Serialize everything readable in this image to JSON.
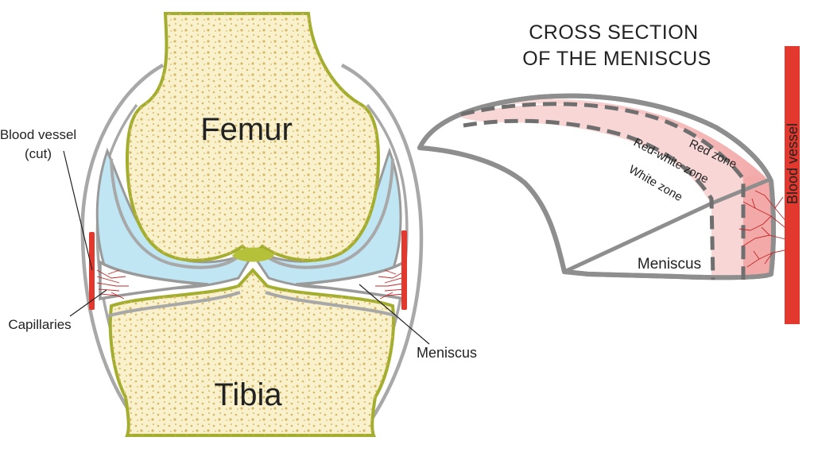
{
  "joint": {
    "femur_label": "Femur",
    "tibia_label": "Tibia",
    "blood_vessel_cut_line1": "Blood vessel",
    "blood_vessel_cut_line2": "(cut)",
    "capillaries_label": "Capillaries",
    "meniscus_label": "Meniscus"
  },
  "cross_section": {
    "title_line1": "CROSS SECTION",
    "title_line2": "OF THE MENISCUS",
    "red_zone_label": "Red zone",
    "red_white_zone_label": "Red-white zone",
    "white_zone_label": "White zone",
    "meniscus_label": "Meniscus",
    "blood_vessel_label": "Blood vessel"
  },
  "colors": {
    "bone_fill": "#f8f1cc",
    "bone_outline": "#a3ad2e",
    "bone_dots": "#d7b862",
    "synovial_fluid": "#bfe6f2",
    "capsule": "#a8a8a8",
    "blood_vessel": "#e2382d",
    "red_zone": "#f2b3b2",
    "red_white_zone": "#f8d6d5",
    "meniscus_outline": "#8e8e8e"
  }
}
